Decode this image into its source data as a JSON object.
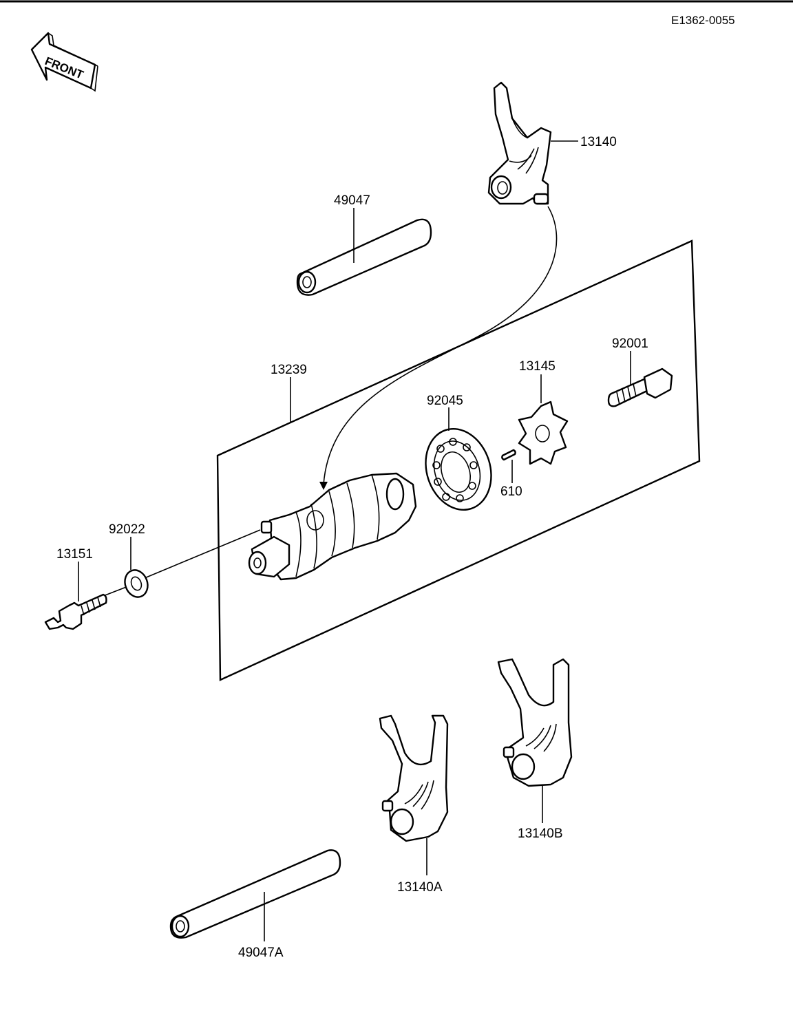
{
  "diagram_code": "E1362-0055",
  "front_label": "FRONT",
  "parts": {
    "p13140": "13140",
    "p49047": "49047",
    "p13239": "13239",
    "p92045": "92045",
    "p13145": "13145",
    "p92001": "92001",
    "p610": "610",
    "p92022": "92022",
    "p13151": "13151",
    "p13140A": "13140A",
    "p13140B": "13140B",
    "p49047A": "49047A"
  }
}
